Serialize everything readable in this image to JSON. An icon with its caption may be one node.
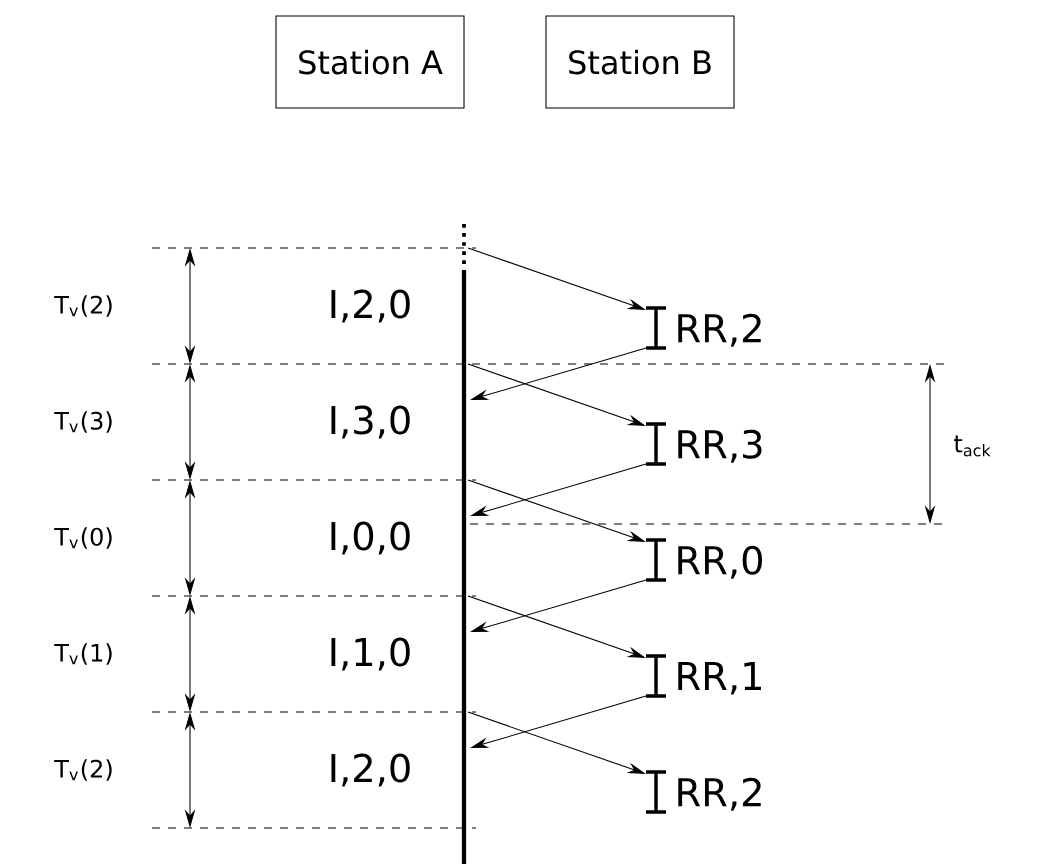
{
  "diagram": {
    "nodes": [
      {
        "text": [
          "Station A"
        ]
      },
      {
        "text": [
          "Station B"
        ]
      },
      {
        "text": [
          "RR,2"
        ]
      },
      {
        "text": [
          "RR,3"
        ]
      },
      {
        "text": [
          "RR,0"
        ]
      },
      {
        "text": [
          "RR,1"
        ]
      },
      {
        "text": [
          "RR,2"
        ]
      }
    ],
    "edges": [
      {
        "from": null,
        "to": 2,
        "arrow": "to"
      },
      {
        "from": 2,
        "to": null,
        "arrow": "to"
      },
      {
        "from": null,
        "to": 3,
        "arrow": "to"
      },
      {
        "from": 3,
        "to": null,
        "arrow": "to"
      },
      {
        "from": null,
        "to": 4,
        "arrow": "to"
      },
      {
        "from": 4,
        "to": null,
        "arrow": "to"
      },
      {
        "from": null,
        "to": 5,
        "arrow": "to"
      },
      {
        "from": 5,
        "to": null,
        "arrow": "to"
      },
      {
        "from": null,
        "to": 6,
        "arrow": "to"
      }
    ],
    "labels": [
      "T$_{v}$(2)",
      "I,2,0",
      "T$_{v}$(3)",
      "I,3,0",
      "t$_{ack}$",
      "T$_{v}$(0)",
      "I,0,0",
      "T$_{v}$(1)",
      "I,1,0",
      "T$_{v}$(2)",
      "I,2,0"
    ]
  }
}
